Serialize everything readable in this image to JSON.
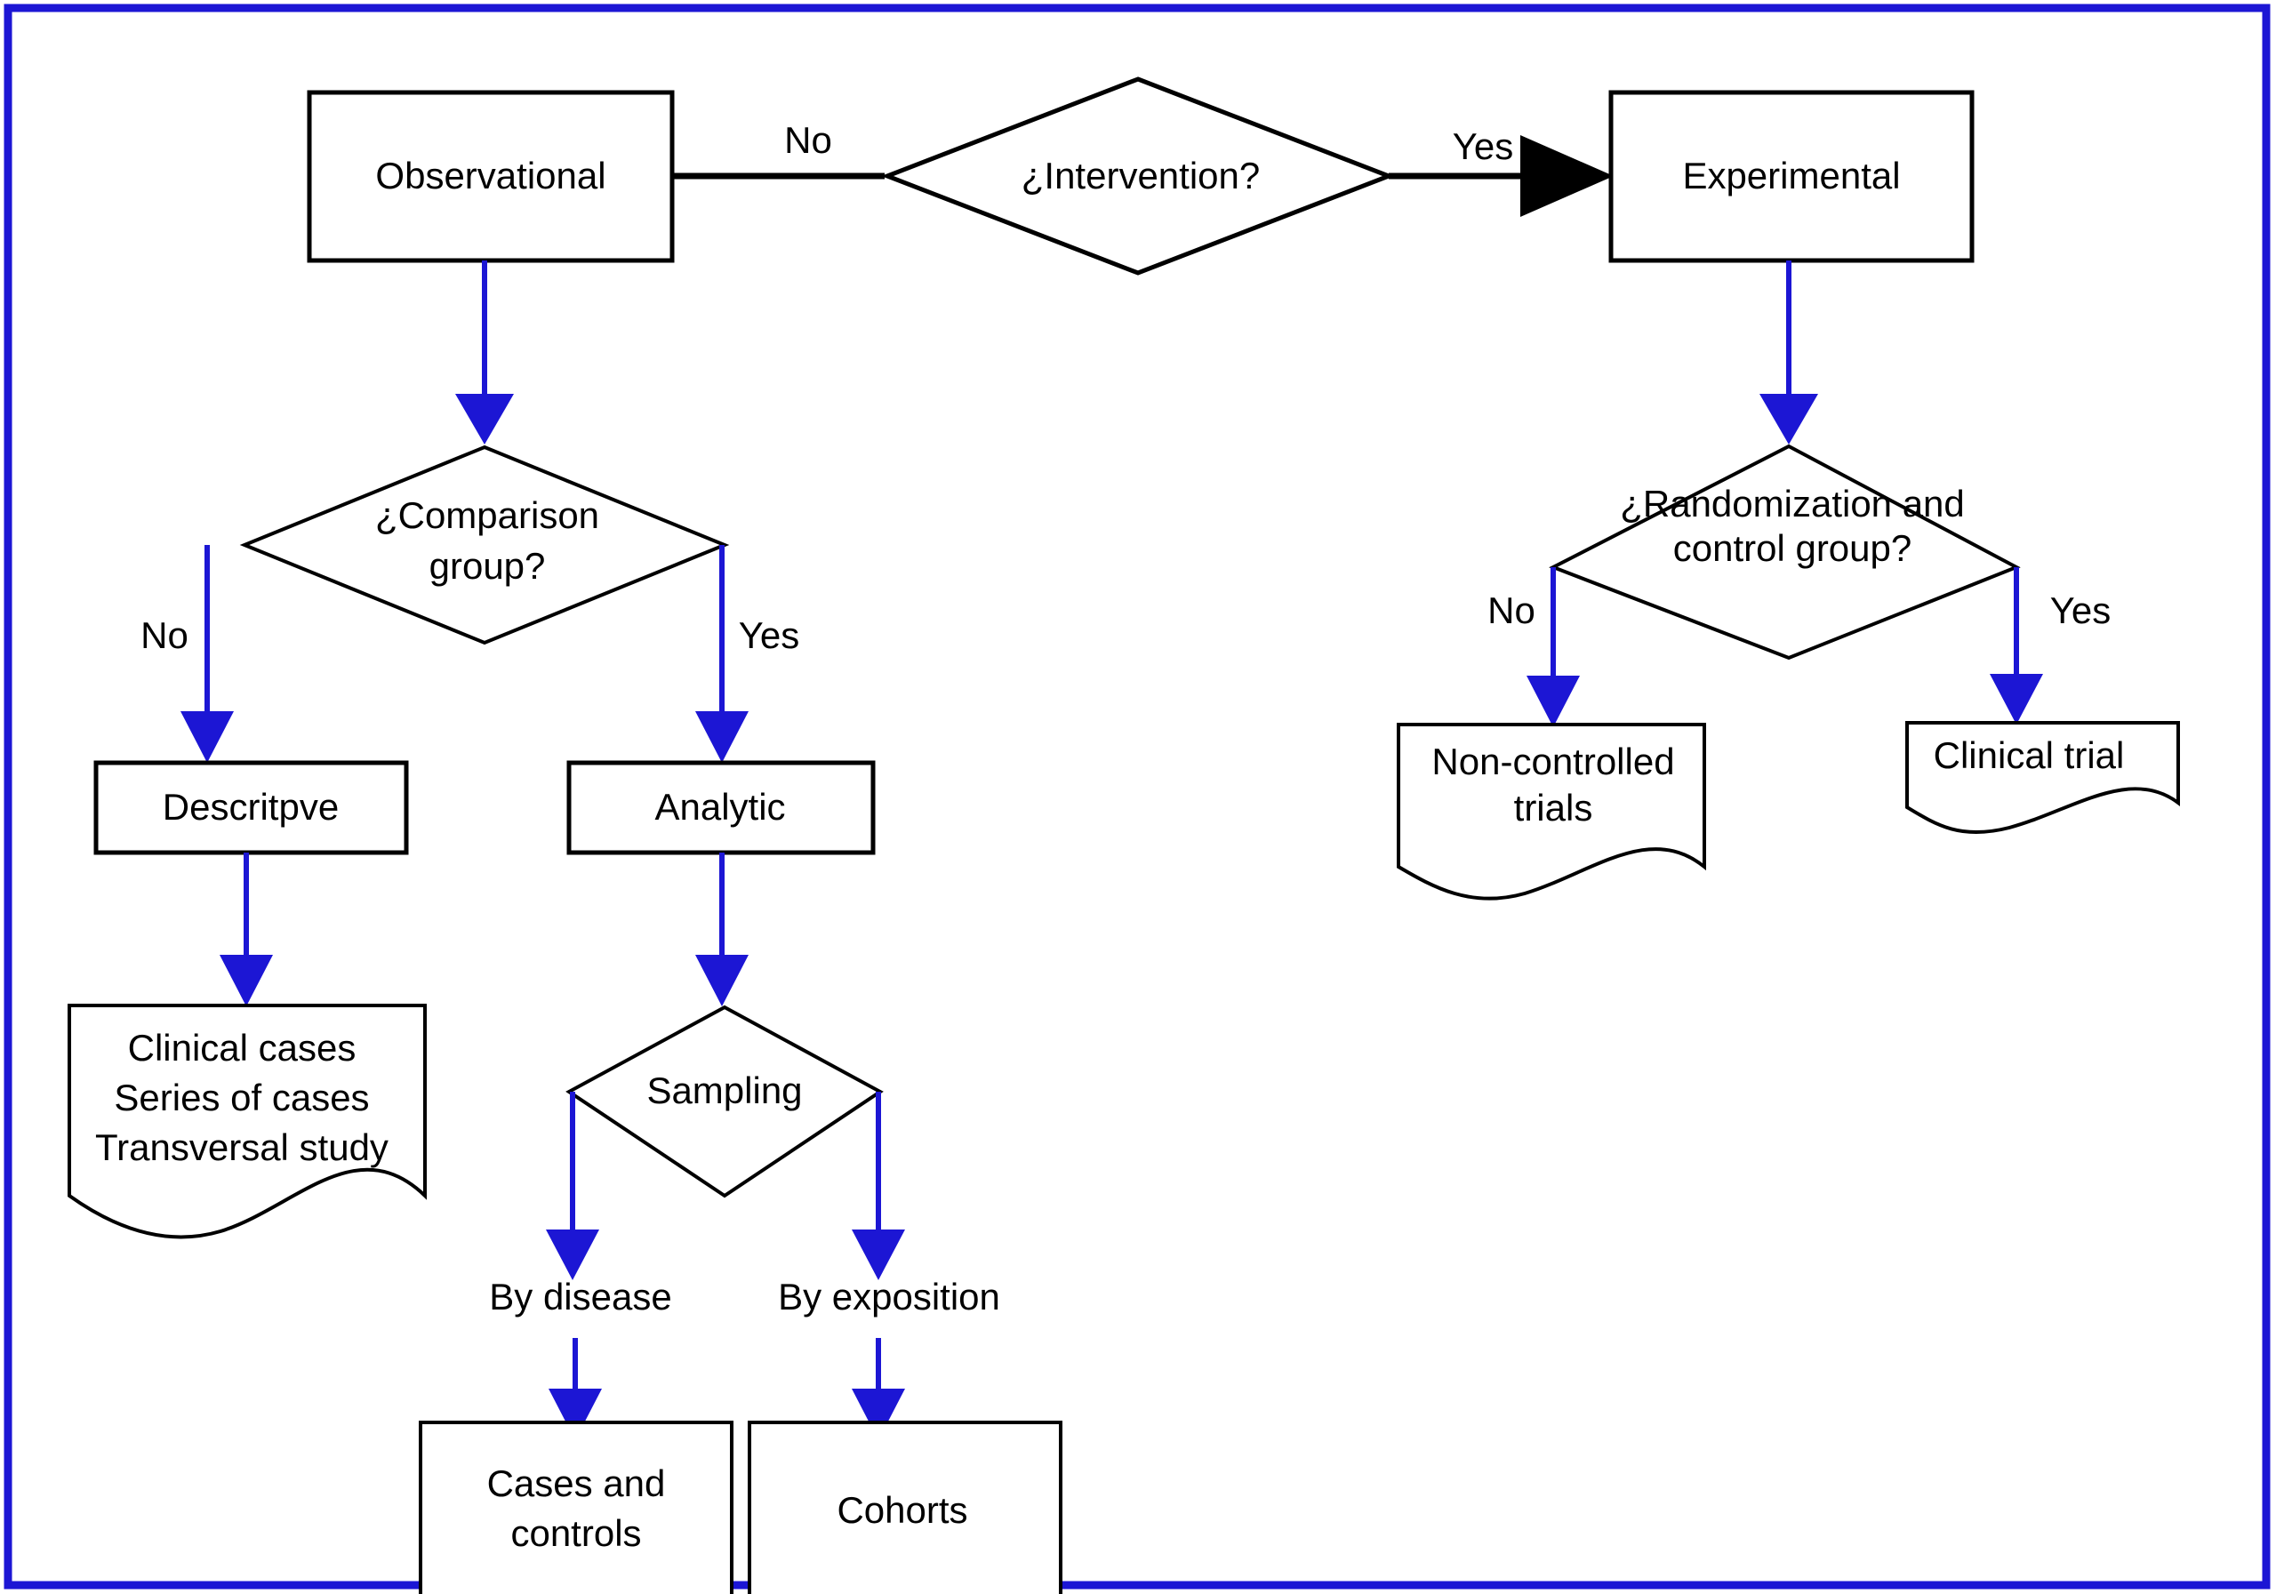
{
  "page": {
    "title": "Study design classification flowchart",
    "border_color": "#1c16d4",
    "line_color_primary": "#1c16d4",
    "line_color_secondary": "#000000",
    "shape_stroke_color": "#000000",
    "background_color": "#ffffff"
  },
  "nodes": {
    "intervention": {
      "label": "¿Intervention?",
      "shape": "diamond"
    },
    "observational": {
      "label": "Observational",
      "shape": "rectangle"
    },
    "experimental": {
      "label": "Experimental",
      "shape": "rectangle"
    },
    "comparison_group": {
      "label_line1": "¿Comparison",
      "label_line2": "group?",
      "shape": "diamond"
    },
    "randomization": {
      "label_line1": "¿Randomization and",
      "label_line2": "control group?",
      "shape": "diamond"
    },
    "descriptive": {
      "label": "Descritpve",
      "shape": "rectangle"
    },
    "analytic": {
      "label": "Analytic",
      "shape": "rectangle"
    },
    "descriptive_doc": {
      "label_line1": "Clinical cases",
      "label_line2": "Series of cases",
      "label_line3": "Transversal study",
      "shape": "document"
    },
    "sampling": {
      "label": "Sampling",
      "shape": "diamond"
    },
    "cases_controls": {
      "label_line1": "Cases and",
      "label_line2": "controls",
      "shape": "document"
    },
    "cohorts": {
      "label": "Cohorts",
      "shape": "document"
    },
    "non_controlled_trials": {
      "label_line1": "Non-controlled",
      "label_line2": "trials",
      "shape": "document"
    },
    "clinical_trial": {
      "label": "Clinical trial",
      "shape": "document"
    }
  },
  "edge_labels": {
    "intervention_no": "No",
    "intervention_yes": "Yes",
    "comparison_no": "No",
    "comparison_yes": "Yes",
    "randomization_no": "No",
    "randomization_yes": "Yes",
    "sampling_by_disease": "By disease",
    "sampling_by_exposition": "By exposition"
  },
  "chart_data": {
    "type": "diagram",
    "diagram_kind": "flowchart",
    "title": "Classification of study designs",
    "edges": [
      {
        "from": "intervention",
        "to": "observational",
        "label": "No"
      },
      {
        "from": "intervention",
        "to": "experimental",
        "label": "Yes"
      },
      {
        "from": "observational",
        "to": "comparison_group",
        "label": ""
      },
      {
        "from": "comparison_group",
        "to": "descriptive",
        "label": "No"
      },
      {
        "from": "comparison_group",
        "to": "analytic",
        "label": "Yes"
      },
      {
        "from": "descriptive",
        "to": "descriptive_doc",
        "label": ""
      },
      {
        "from": "analytic",
        "to": "sampling",
        "label": ""
      },
      {
        "from": "sampling",
        "to": "cases_controls",
        "label": "By disease"
      },
      {
        "from": "sampling",
        "to": "cohorts",
        "label": "By exposition"
      },
      {
        "from": "experimental",
        "to": "randomization",
        "label": ""
      },
      {
        "from": "randomization",
        "to": "non_controlled_trials",
        "label": "No"
      },
      {
        "from": "randomization",
        "to": "clinical_trial",
        "label": "Yes"
      }
    ]
  }
}
